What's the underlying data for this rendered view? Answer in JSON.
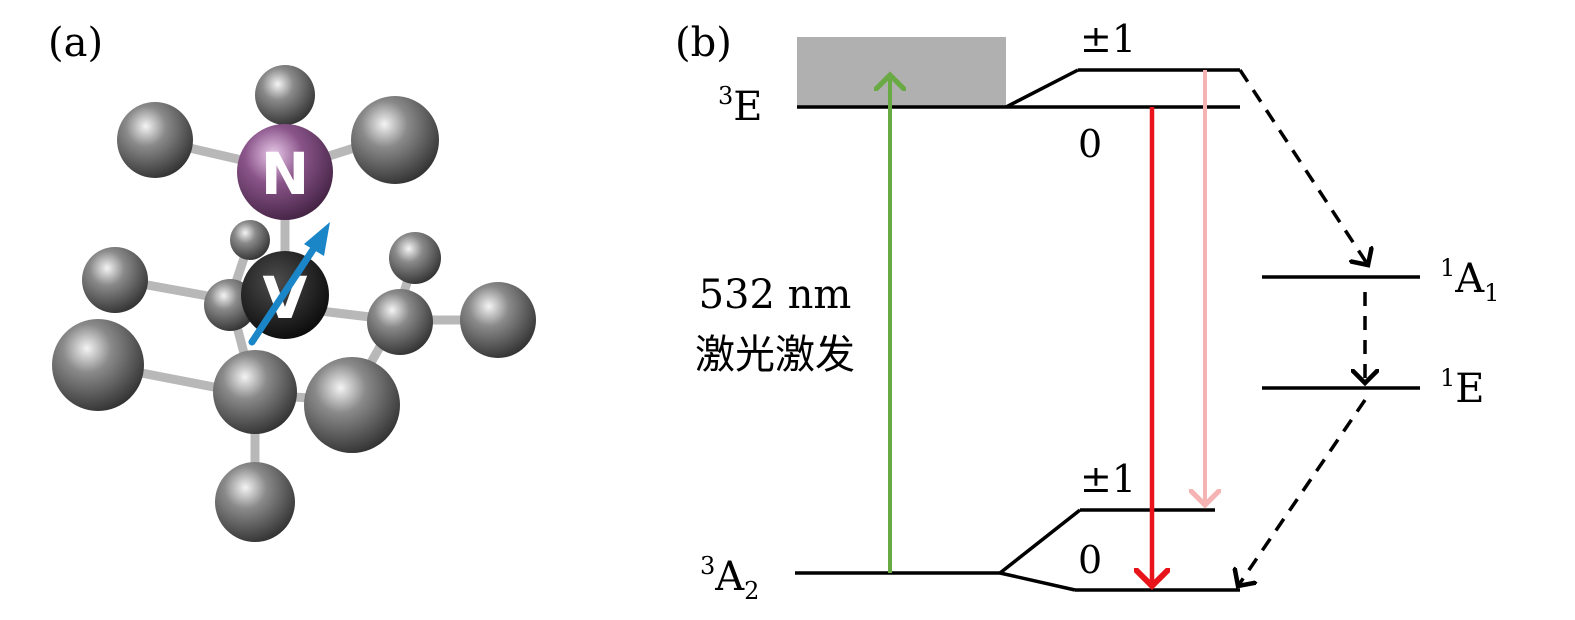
{
  "panel_a": {
    "label": "(a)",
    "atom_n": "N",
    "atom_v": "V"
  },
  "panel_b": {
    "label": "(b)",
    "excited_triplet": "3E",
    "ground_triplet": "3A2",
    "singlet_upper": "1A1",
    "singlet_lower": "1E",
    "sublevel_pm1_top": "±1",
    "sublevel_0_top": "0",
    "sublevel_pm1_bottom": "±1",
    "sublevel_0_bottom": "0",
    "excitation_line1": "532 nm",
    "excitation_line2": "激光激发"
  },
  "colors": {
    "carbon": "#6e6e6e",
    "nitrogen": "#7a4a7a",
    "vacancy": "#1c1c1c",
    "spin_arrow": "#1a86c8",
    "excitation": "#6aaa45",
    "fluorescence_strong": "#e8141a",
    "fluorescence_weak": "#f5b3b3",
    "phonon_band": "#b0b0b0"
  }
}
